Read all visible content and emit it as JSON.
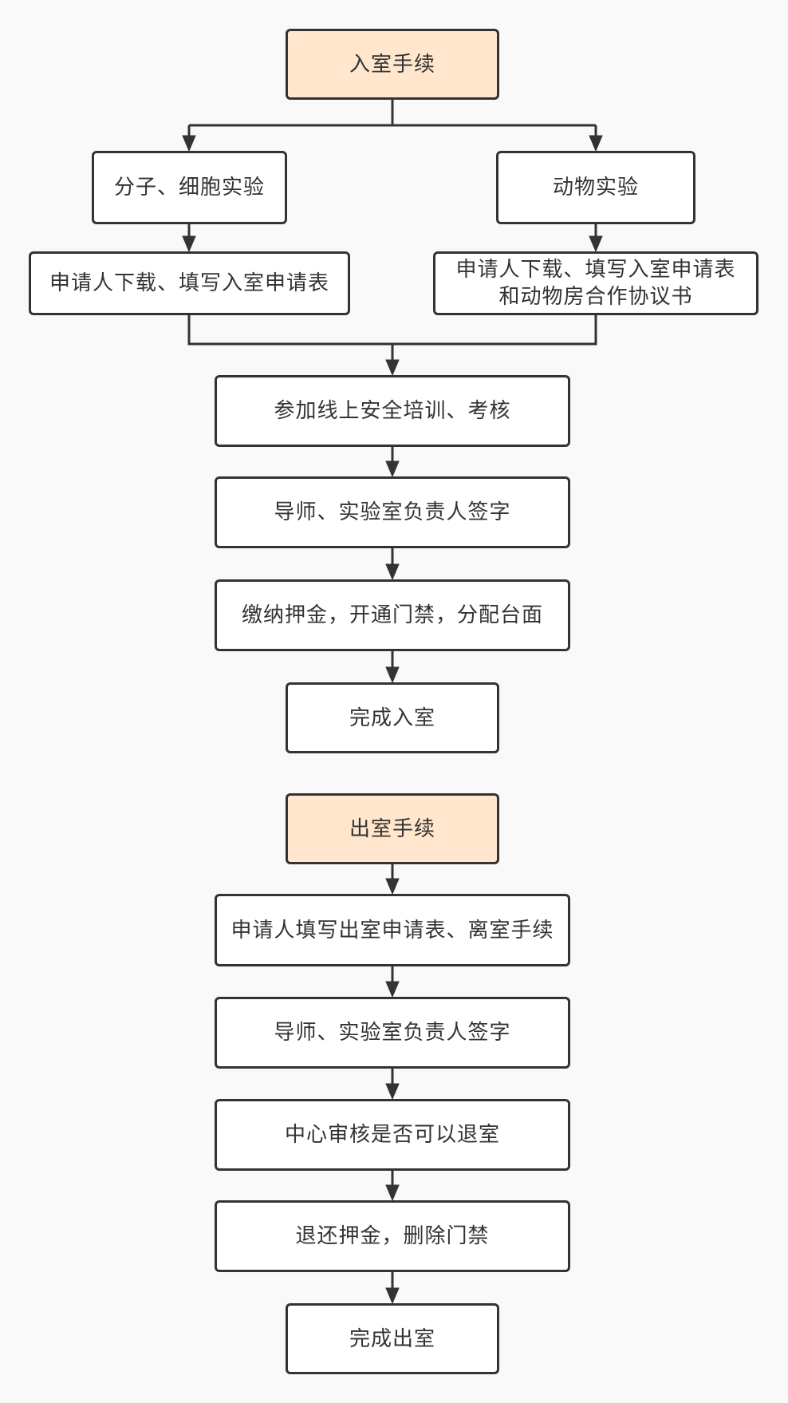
{
  "entry": {
    "title": "入室手续",
    "branch_molecular": "分子、细胞实验",
    "branch_animal": "动物实验",
    "molecular_form": "申请人下载、填写入室申请表",
    "animal_form": "申请人下载、填写入室申请表\n和动物房合作协议书",
    "training": "参加线上安全培训、考核",
    "sign": "导师、实验室负责人签字",
    "deposit": "缴纳押金，开通门禁，分配台面",
    "done": "完成入室"
  },
  "exit": {
    "title": "出室手续",
    "form": "申请人填写出室申请表、离室手续",
    "sign": "导师、实验室负责人签字",
    "review": "中心审核是否可以退室",
    "refund": "退还押金，删除门禁",
    "done": "完成出室"
  },
  "colors": {
    "header_fill": "#ffe6cc",
    "node_fill": "#ffffff",
    "stroke": "#333333",
    "background": "#f9f9f9"
  }
}
